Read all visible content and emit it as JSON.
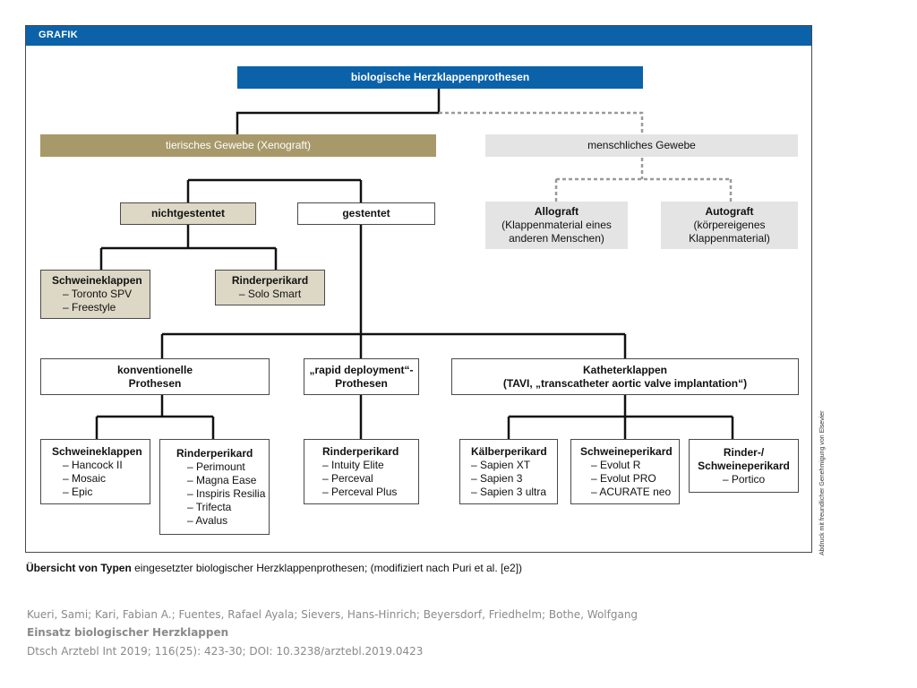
{
  "header": {
    "label": "GRAFIK"
  },
  "nodes": {
    "root": {
      "title": "biologische Herzklappenprothesen"
    },
    "xenograft": {
      "title": "tierisches Gewebe (Xenograft)"
    },
    "human": {
      "title": "menschliches Gewebe"
    },
    "nonstented": {
      "title": "nichtgestentet"
    },
    "stented": {
      "title": "gestentet"
    },
    "allograft": {
      "title": "Allograft",
      "line1": "(Klappenmaterial eines",
      "line2": "anderen Menschen)"
    },
    "autograft": {
      "title": "Autograft",
      "line1": "(körpereigenes",
      "line2": "Klappenmaterial)"
    },
    "porcine_ns": {
      "title": "Schweineklappen",
      "items": [
        "– Toronto SPV",
        "– Freestyle"
      ]
    },
    "bovine_ns": {
      "title": "Rinderperikard",
      "items": [
        "– Solo Smart"
      ]
    },
    "conventional": {
      "line1": "konventionelle",
      "line2": "Prothesen"
    },
    "rapid": {
      "line1": "„rapid deployment“-",
      "line2": "Prothesen"
    },
    "catheter": {
      "line1": "Katheterklappen",
      "line2": "(TAVI, „transcatheter aortic valve implantation“)"
    },
    "conv_porcine": {
      "title": "Schweineklappen",
      "items": [
        "– Hancock II",
        "– Mosaic",
        "– Epic"
      ]
    },
    "conv_bovine": {
      "title": "Rinderperikard",
      "items": [
        "– Perimount",
        "– Magna Ease",
        "– Inspiris Resilia",
        "– Trifecta",
        "– Avalus"
      ]
    },
    "rapid_bovine": {
      "title": "Rinderperikard",
      "items": [
        "– Intuity Elite",
        "– Perceval",
        "– Perceval Plus"
      ]
    },
    "cath_calf": {
      "title": "Kälberperikard",
      "items": [
        "– Sapien XT",
        "– Sapien 3",
        "– Sapien 3 ultra"
      ]
    },
    "cath_porcine": {
      "title": "Schweineperikard",
      "items": [
        "– Evolut R",
        "– Evolut PRO",
        "– ACURATE neo"
      ]
    },
    "cath_mixed": {
      "line1": "Rinder-/",
      "line2": "Schweineperikard",
      "items": [
        "– Portico"
      ]
    }
  },
  "credit": "Abdruck mit freundlicher Genehmigung von Elsevier",
  "caption": {
    "bold": "Übersicht von Typen",
    "rest": " eingesetzter biologischer Herzklappenprothesen; (modifiziert nach Puri et al. [e2])"
  },
  "reference": {
    "authors": "Kueri, Sami; Kari, Fabian A.; Fuentes, Rafael Ayala; Sievers, Hans-Hinrich; Beyersdorf, Friedhelm; Bothe, Wolfgang",
    "title": "Einsatz biologischer Herzklappen",
    "journal": "Dtsch Arztebl Int 2019; 116(25): 423-30; DOI: 10.3238/arztebl.2019.0423"
  },
  "colors": {
    "accent_blue": "#0b62a8",
    "xenograft": "#a8996a",
    "khaki_light": "#ddd8c5",
    "grey": "#e4e4e4"
  }
}
